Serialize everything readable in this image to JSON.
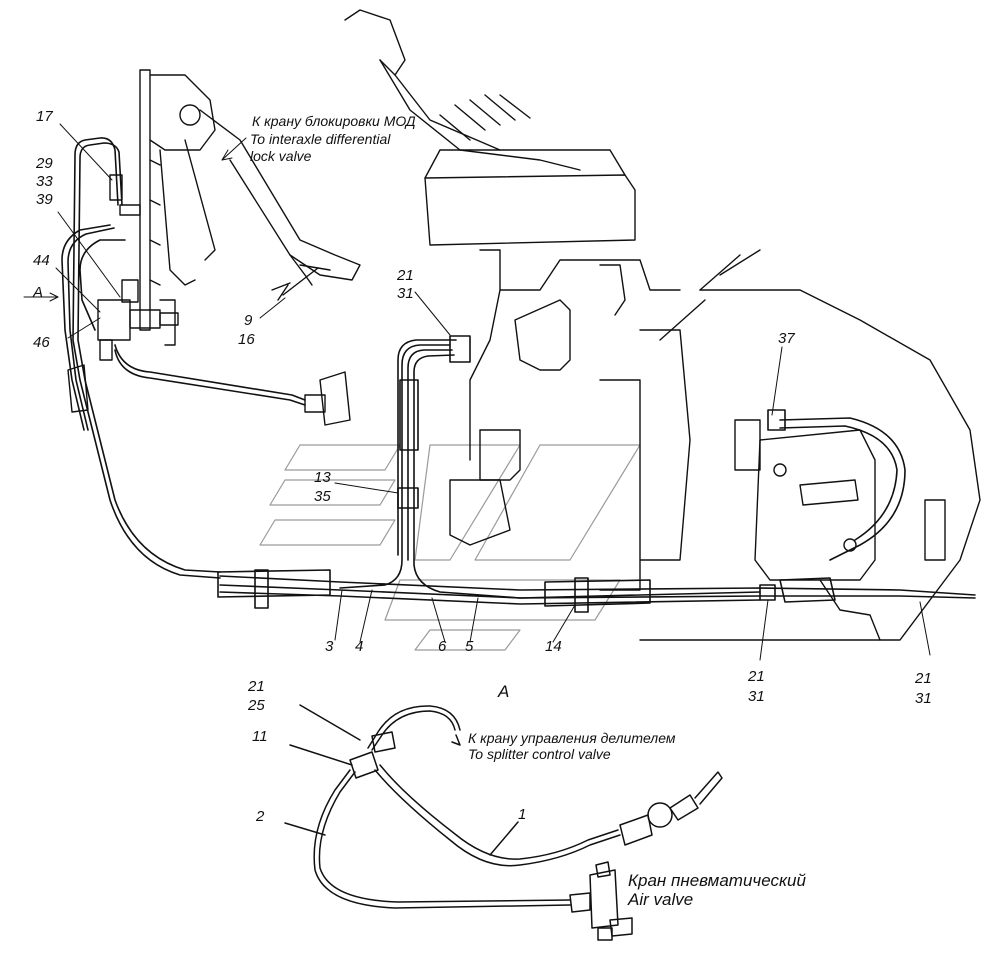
{
  "callouts": {
    "n17": "17",
    "n29": "29",
    "n33": "33",
    "n39": "39",
    "n44": "44",
    "nA_arrow": "A",
    "n46": "46",
    "n9": "9",
    "n16": "16",
    "n21_top": "21",
    "n31_top": "31",
    "n37": "37",
    "n13": "13",
    "n35": "35",
    "n3": "3",
    "n4": "4",
    "n6": "6",
    "n5": "5",
    "n14": "14",
    "n21_mid": "21",
    "n31_mid": "31",
    "n21_right": "21",
    "n31_right": "31",
    "view_A": "A",
    "n21_view": "21",
    "n25_view": "25",
    "n11_view": "11",
    "n2_view": "2",
    "n1_view": "1"
  },
  "notes": {
    "mod_ru": "К крану блокировки МОД",
    "mod_en_1": "To interaxle differential",
    "mod_en_2": "lock valve",
    "splitter_ru": "К крану управления делителем",
    "splitter_en": "To splitter control valve",
    "air_ru": "Кран пневматический",
    "air_en": "Air valve"
  },
  "colors": {
    "ink": "#111111",
    "watermark": "#9a9a9a",
    "background": "#ffffff"
  }
}
